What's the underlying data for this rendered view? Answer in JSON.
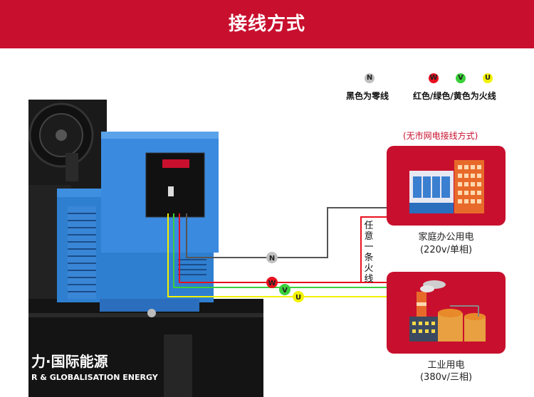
{
  "header": {
    "title": "接线方式"
  },
  "legend": {
    "neutral": {
      "badge": "N",
      "text": "黑色为零线"
    },
    "phases": {
      "badges": [
        "W",
        "V",
        "U"
      ],
      "text": "红色/绿色/黄色为火线"
    }
  },
  "note": "(无市网电接线方式)",
  "side_note": "任意一条火线",
  "household": {
    "label": "家庭办公用电",
    "spec": "(220v/单相)"
  },
  "industrial": {
    "label": "工业用电",
    "spec": "(380v/三相)"
  },
  "wires": {
    "n": {
      "label": "N",
      "color": "#555555"
    },
    "w": {
      "label": "W",
      "color": "#e8101e"
    },
    "v": {
      "label": "V",
      "color": "#3ad13a"
    },
    "u": {
      "label": "U",
      "color": "#f2f200"
    }
  },
  "brand": {
    "line1": "力·国际能源",
    "line2": "R & GLOBALISATION ENERGY"
  },
  "colors": {
    "brand_red": "#c8102e",
    "machine_blue": "#2f7fd0",
    "neutral_badge": "#bfbfbf"
  }
}
